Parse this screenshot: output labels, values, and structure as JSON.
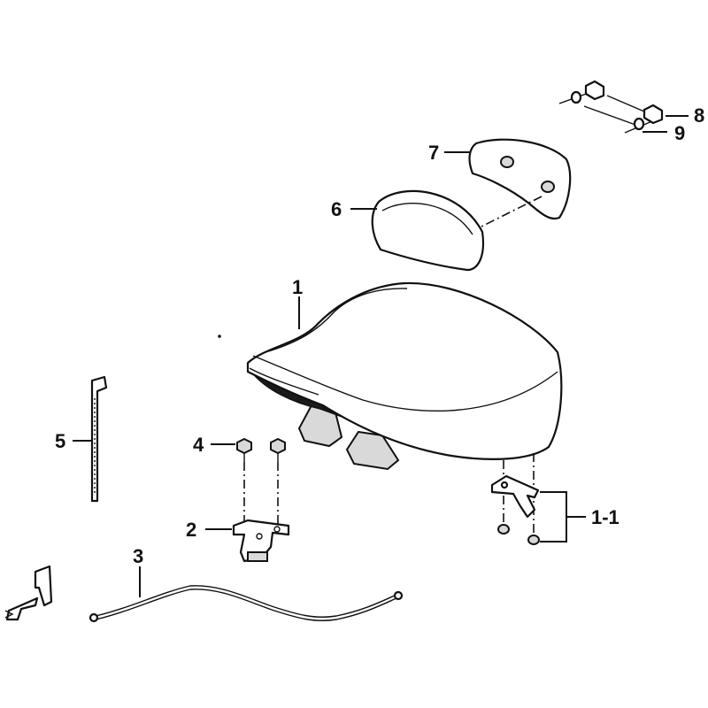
{
  "callouts": {
    "seat": "1",
    "seat_bracket_set": "1-1",
    "lock_bracket": "2",
    "release_cable": "3",
    "bolt": "4",
    "cable_tie": "5",
    "backrest": "6",
    "backrest_plate": "7",
    "nut": "8",
    "washer": "9"
  },
  "icons": {
    "front_indicator": "front-arrow-icon"
  }
}
